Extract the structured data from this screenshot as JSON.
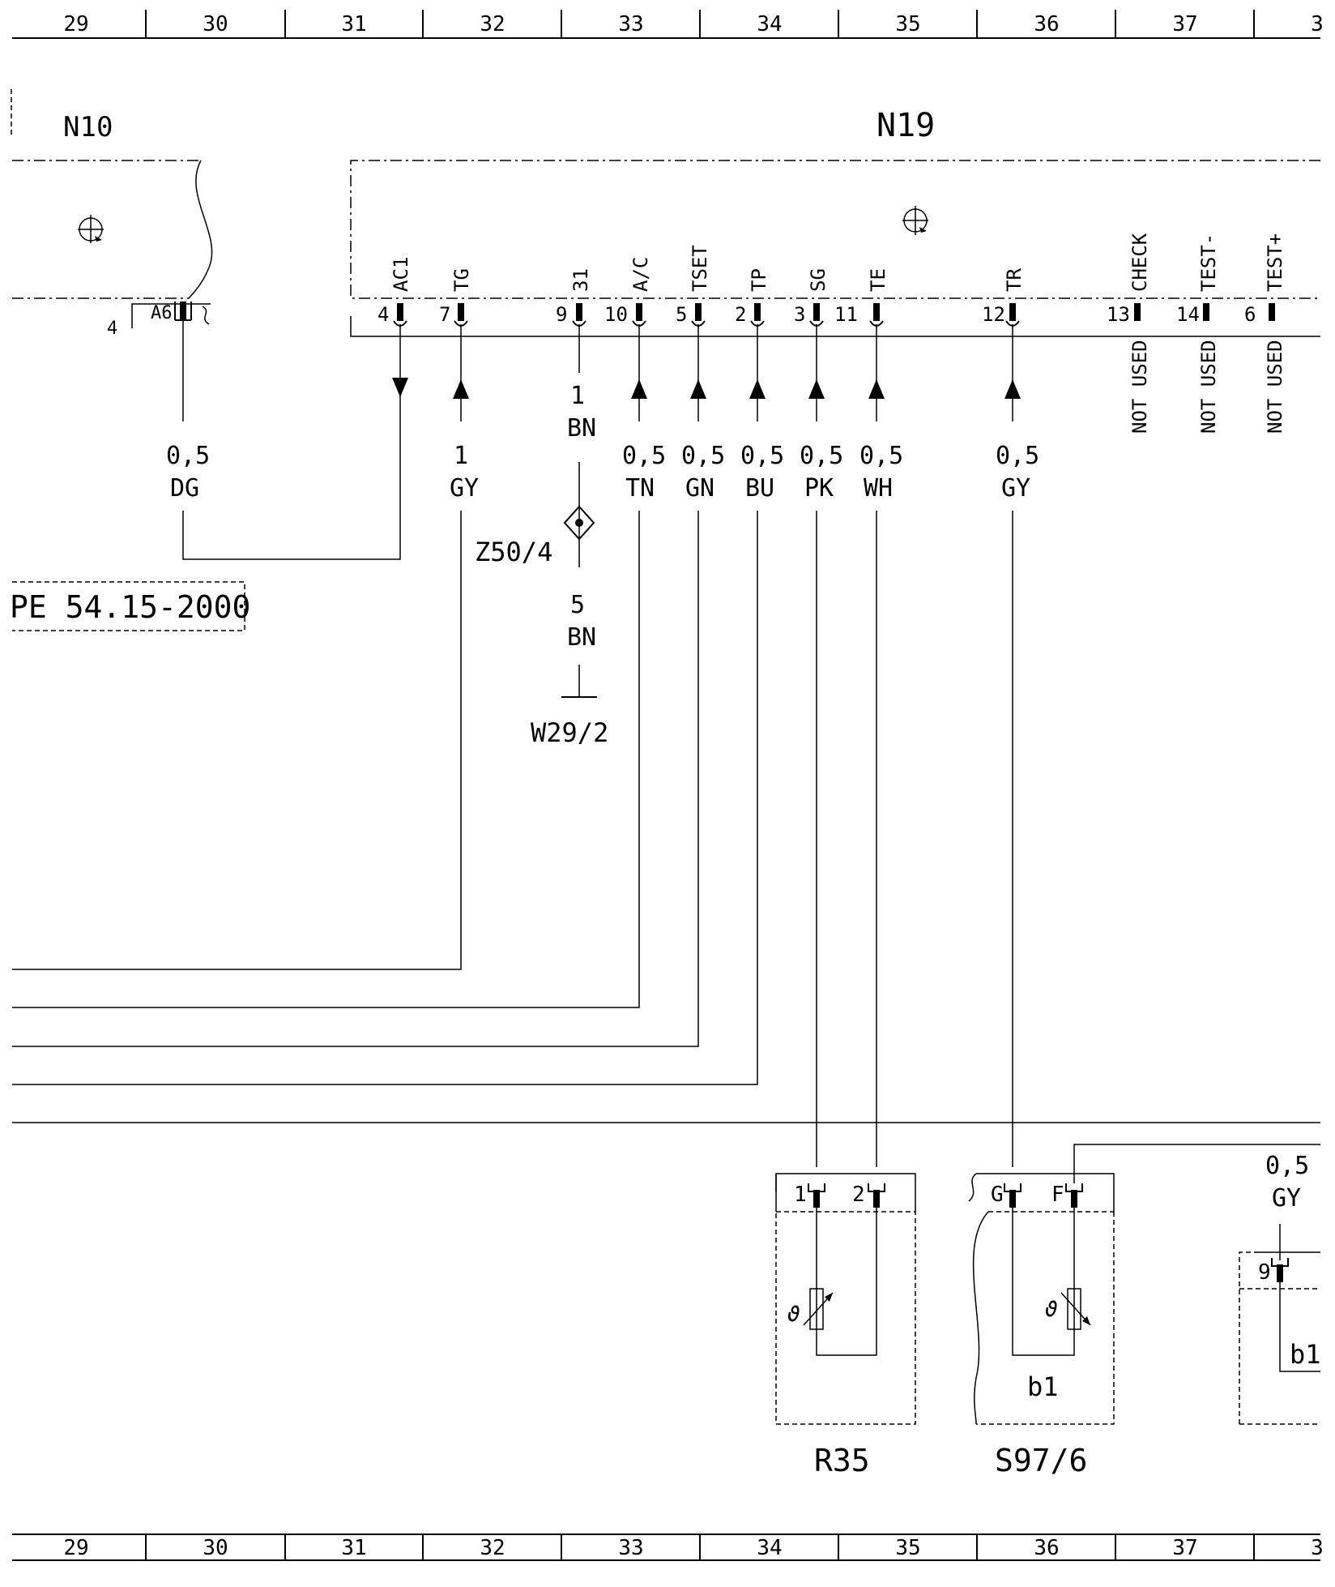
{
  "grid": {
    "columns": [
      "29",
      "30",
      "31",
      "32",
      "33",
      "34",
      "35",
      "36",
      "37",
      "3"
    ]
  },
  "components": {
    "n10": "N10",
    "n19": "N19",
    "r35": "R35",
    "s97": "S97/6",
    "z50": "Z50/4",
    "w29": "W29/2",
    "b1_s97": "b1",
    "b1_right": "b1"
  },
  "reference_box": "PE 54.15-2000",
  "n10_pin": {
    "num": "4",
    "label": "A6"
  },
  "n19_pins": [
    {
      "num": "4",
      "label": "AC1"
    },
    {
      "num": "7",
      "label": "TG"
    },
    {
      "num": "9",
      "label": "31"
    },
    {
      "num": "10",
      "label": "A/C"
    },
    {
      "num": "5",
      "label": "TSET"
    },
    {
      "num": "2",
      "label": "TP"
    },
    {
      "num": "3",
      "label": "SG"
    },
    {
      "num": "11",
      "label": "TE"
    },
    {
      "num": "12",
      "label": "TR"
    },
    {
      "num": "13",
      "label": "CHECK"
    },
    {
      "num": "14",
      "label": "TEST-"
    },
    {
      "num": "6",
      "label": "TEST+"
    }
  ],
  "not_used": [
    "NOT USED",
    "NOT USED",
    "NOT USED"
  ],
  "wires": [
    {
      "size": "0,5",
      "color": "DG"
    },
    {
      "size": "1",
      "color": "GY"
    },
    {
      "size": "1",
      "color": "BN"
    },
    {
      "size": "0,5",
      "color": "TN"
    },
    {
      "size": "0,5",
      "color": "GN"
    },
    {
      "size": "0,5",
      "color": "BU"
    },
    {
      "size": "0,5",
      "color": "PK"
    },
    {
      "size": "0,5",
      "color": "WH"
    },
    {
      "size": "0,5",
      "color": "GY"
    }
  ],
  "wire_z50_lower": {
    "size": "5",
    "color": "BN"
  },
  "wire_right": {
    "size": "0,5",
    "color": "GY"
  },
  "r35_pins": [
    "1",
    "2"
  ],
  "s97_pins": [
    "G",
    "F"
  ],
  "right_pin": "9",
  "sensor_symbol": "ϑ"
}
